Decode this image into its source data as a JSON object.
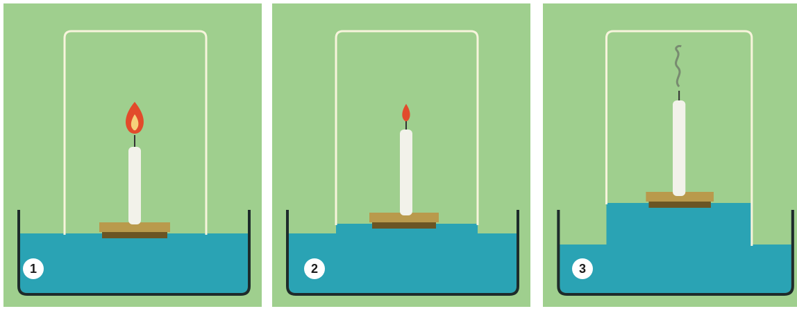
{
  "panels": [
    {
      "number": "1",
      "flame": "full",
      "smoke": false,
      "water_level": "low"
    },
    {
      "number": "2",
      "flame": "small",
      "smoke": false,
      "water_level": "rising"
    },
    {
      "number": "3",
      "flame": "none",
      "smoke": true,
      "water_level": "high"
    }
  ],
  "colors": {
    "background": "#9fcf8e",
    "water": "#2aa3b4",
    "glass": "#f7f4dc",
    "candle": "#f2f2ea",
    "cork": "#b99a4c",
    "flame": "#e24b2b",
    "container": "#1e2b2b"
  },
  "icons": [
    "bell-jar-icon",
    "candle-icon",
    "flame-icon",
    "smoke-icon",
    "water-trough-icon"
  ]
}
